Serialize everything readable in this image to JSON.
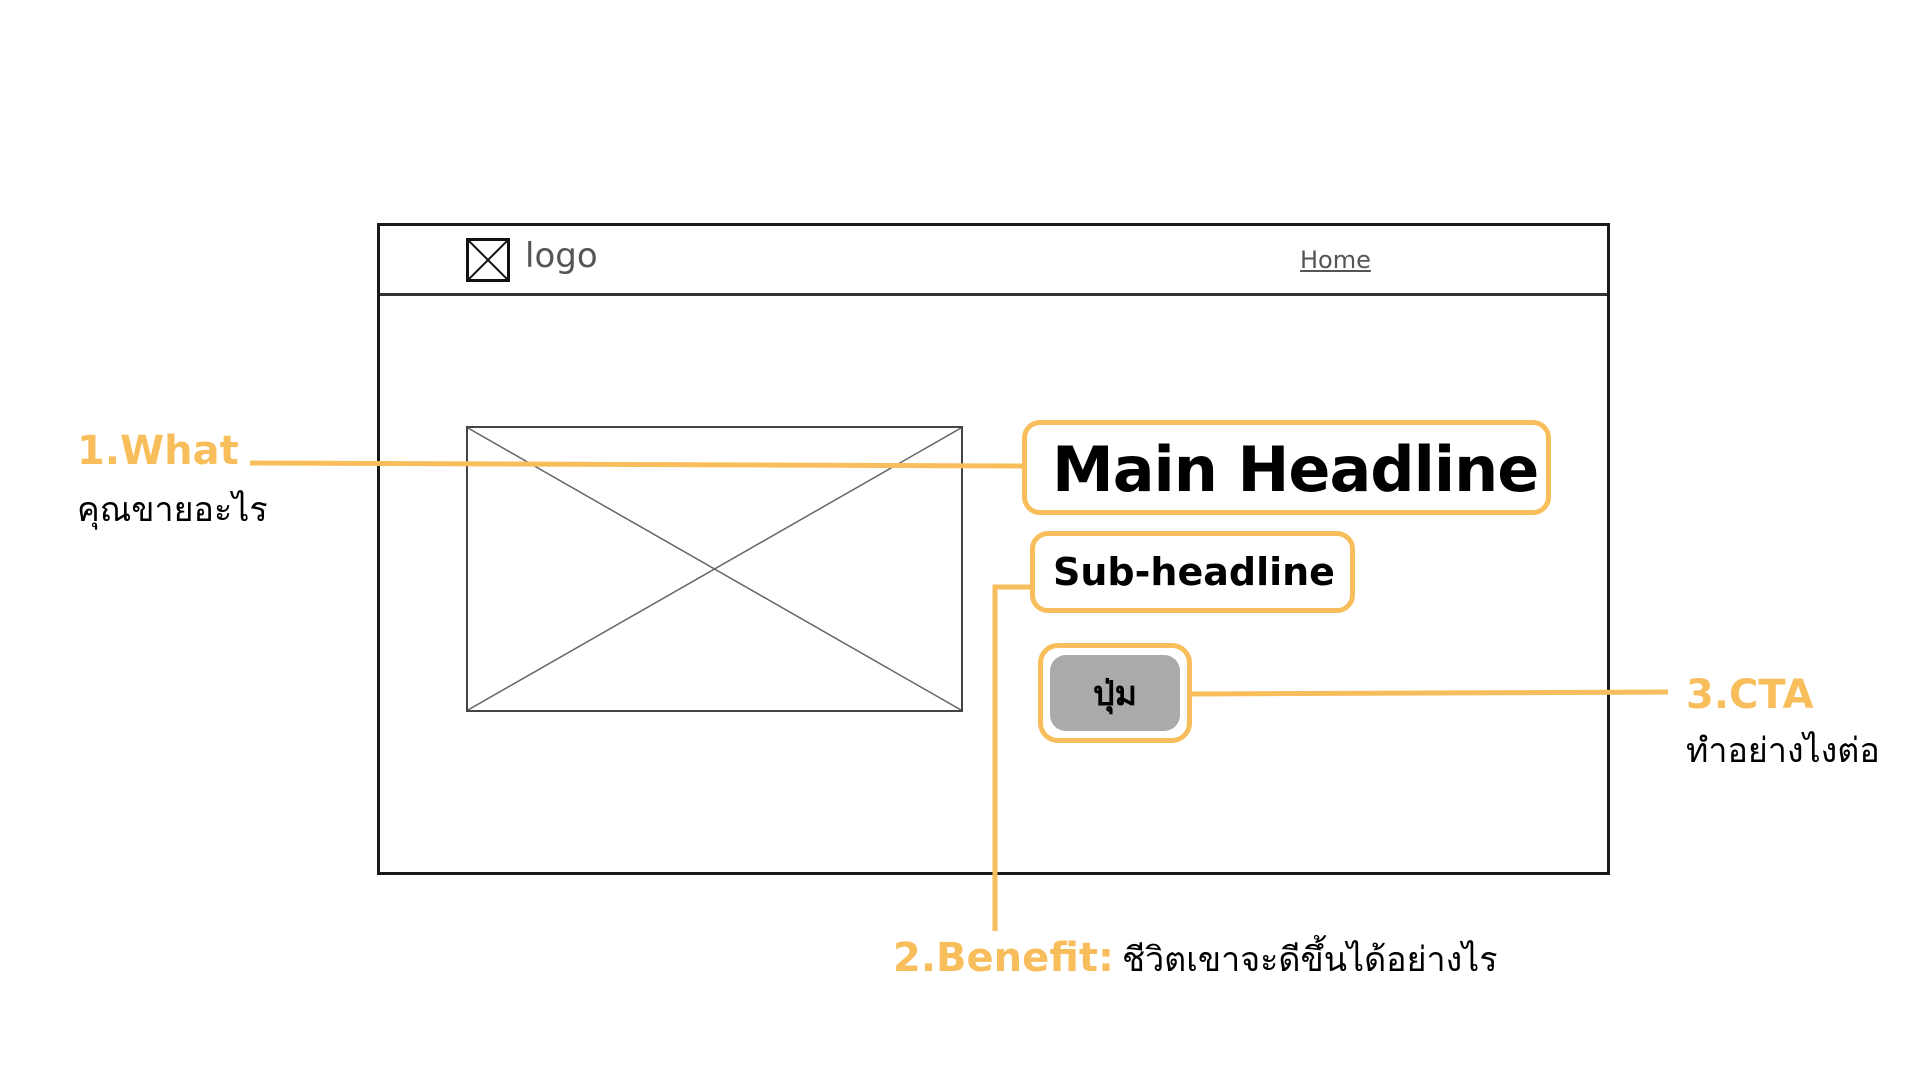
{
  "wireframe": {
    "logo_text": "logo",
    "nav_home": "Home",
    "main_headline": "Main Headline",
    "sub_headline": "Sub-headline",
    "cta_button": "ปุ่ม"
  },
  "annotations": {
    "what": {
      "title": "1.What",
      "description": "คุณขายอะไร"
    },
    "benefit": {
      "title": "2.Benefit:",
      "description": "ชีวิตเขาจะดีขึ้นได้อย่างไร"
    },
    "cta": {
      "title": "3.CTA",
      "description": "ทำอย่างไงต่อ"
    }
  },
  "colors": {
    "accent": "#f9be5c",
    "frame_border": "#1a1a1a",
    "cta_fill": "#aaaaaa"
  },
  "icons": {
    "logo_placeholder": "x-box-icon",
    "image_placeholder": "image-placeholder-icon"
  }
}
